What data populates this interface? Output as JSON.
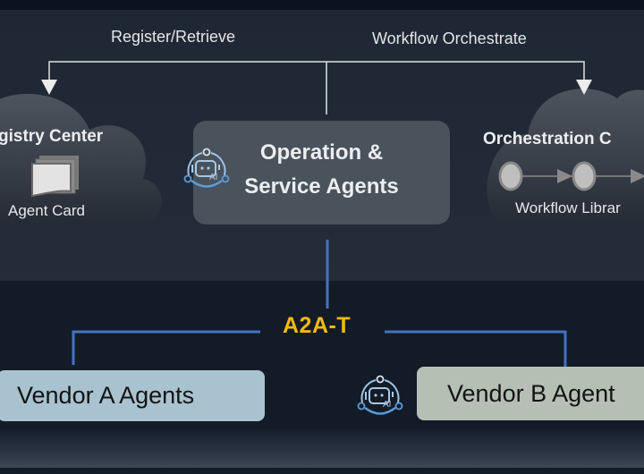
{
  "diagram": {
    "edge_labels": {
      "register": "Register/Retrieve",
      "orchestrate": "Workflow Orchestrate"
    },
    "registry": {
      "title": "Registry Center",
      "visible_title": "gistry Center",
      "item": "Agent Card",
      "icon": "card-stack-icon"
    },
    "operation": {
      "line1": "Operation &",
      "line2": "Service Agents",
      "icon": "ai-robot-icon"
    },
    "orchestration": {
      "title": "Orchestration C",
      "item": "Workflow Librar",
      "icon": "workflow-nodes-icon"
    },
    "protocol": {
      "label": "A2A-T"
    },
    "vendors": [
      {
        "label": "Vendor A Agents"
      },
      {
        "label": "Vendor B Agent",
        "icon": "ai-robot-icon"
      }
    ],
    "colors": {
      "connector_gray": "#e0e0e0",
      "connector_blue": "#4472c4",
      "protocol_gold": "#f3b90f",
      "vendor_a": "#a8c3cf",
      "vendor_b": "#b5bfb4",
      "card": "#4a525c",
      "robot_blue": "#5b9bd5"
    }
  }
}
